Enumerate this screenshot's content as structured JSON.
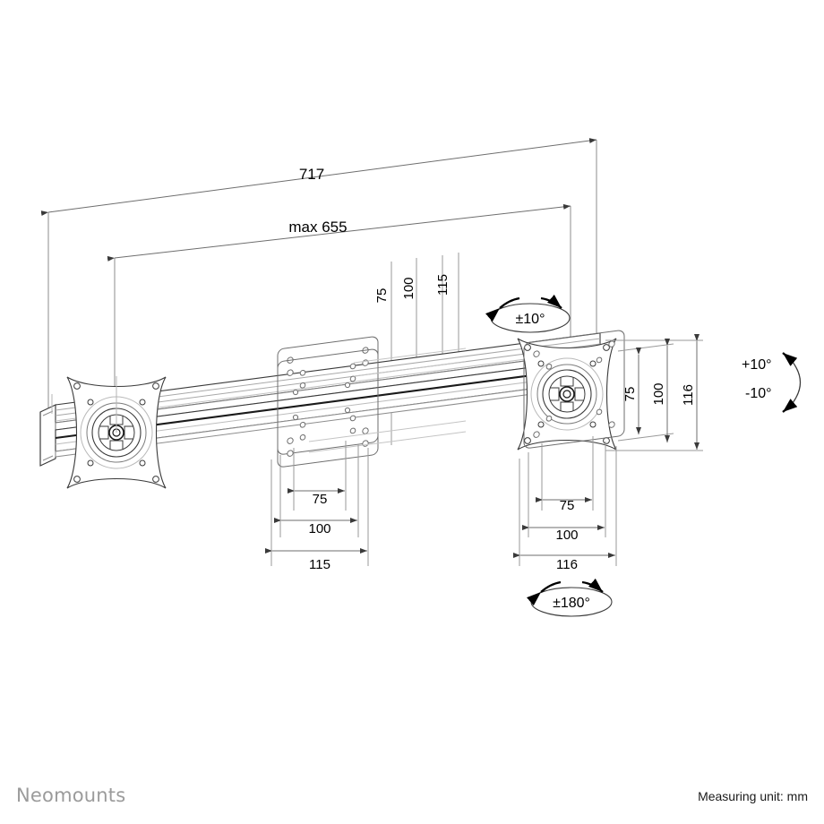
{
  "document": {
    "type": "technical-dimension-drawing",
    "subject": "Neomounts dual monitor rail mount",
    "brand": "Neomounts",
    "measuring_unit_note": "Measuring unit: mm",
    "unit": "mm"
  },
  "dimensions": {
    "overall_width": "717",
    "max_span": "max 655",
    "center_vertical_stack": [
      "75",
      "100",
      "115"
    ],
    "left_plate_horizontal_chain": [
      "75",
      "100",
      "115"
    ],
    "right_plate_horizontal_chain": [
      "75",
      "100",
      "116"
    ],
    "right_plate_vertical_chain": [
      "75",
      "100",
      "116"
    ]
  },
  "annotations": {
    "rotation_top": "±10°",
    "rotation_bottom": "±180°",
    "tilt_up": "+10°",
    "tilt_down": "-10°"
  },
  "colors": {
    "line": "#3a3a3a",
    "thin_line": "#9a9a9a",
    "text": "#000000",
    "logo": "#9b9b9b",
    "background": "#ffffff"
  }
}
